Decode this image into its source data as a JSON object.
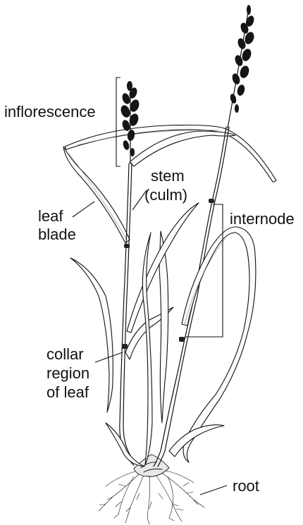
{
  "figure": {
    "labels": {
      "inflorescence": "inflorescence",
      "stem_line1": "stem",
      "stem_line2": "(culm)",
      "leaf_line1": "leaf",
      "leaf_line2": "blade",
      "internode": "internode",
      "collar_line1": "collar",
      "collar_line2": "region",
      "collar_line3": "of leaf",
      "root": "root"
    }
  }
}
